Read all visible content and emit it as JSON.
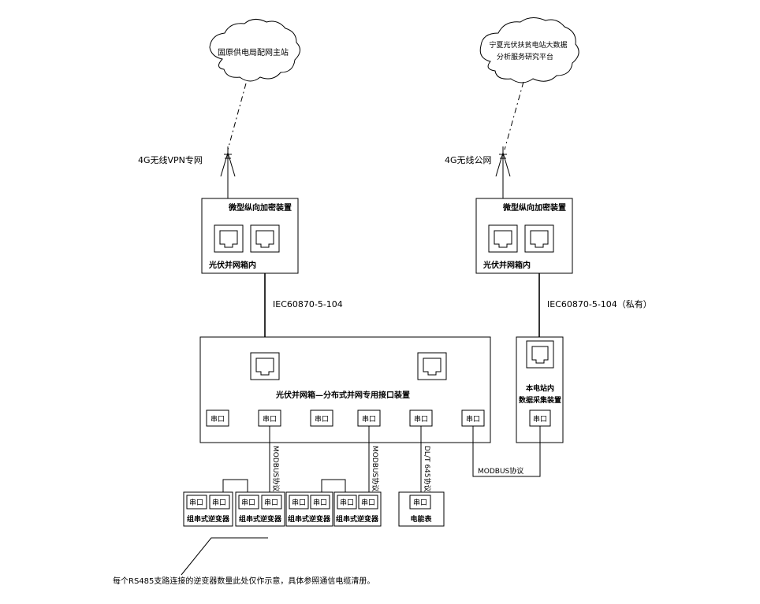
{
  "clouds": {
    "left": "固原供电局配网主站",
    "right_line1": "宁夏光伏扶贫电站大数据",
    "right_line2": "分析服务研究平台"
  },
  "links": {
    "left_wireless": "4G无线VPN专网",
    "right_wireless": "4G无线公网",
    "protocol_left": "IEC60870-5-104",
    "protocol_right": "IEC60870-5-104（私有）",
    "modbus_1": "MODBUS协议",
    "modbus_2": "MODBUS协议",
    "dlt645": "DL/T 645协议",
    "modbus_bottom": "MODBUS协议"
  },
  "devices": {
    "enc_left_title": "微型纵向加密装置",
    "enc_left_bottom": "光伏并网箱内",
    "enc_right_title": "微型纵向加密装置",
    "enc_right_bottom": "光伏并网箱内",
    "main_device": "光伏并网箱—分布式并网专用接口装置",
    "acq_line1": "本电站内",
    "acq_line2": "数据采集装置",
    "serial_port": "串口",
    "inverter": "组串式逆变器",
    "meter": "电能表"
  },
  "note": "每个RS485支路连接的逆变器数量此处仅作示意，具体参照通信电缆清册。"
}
